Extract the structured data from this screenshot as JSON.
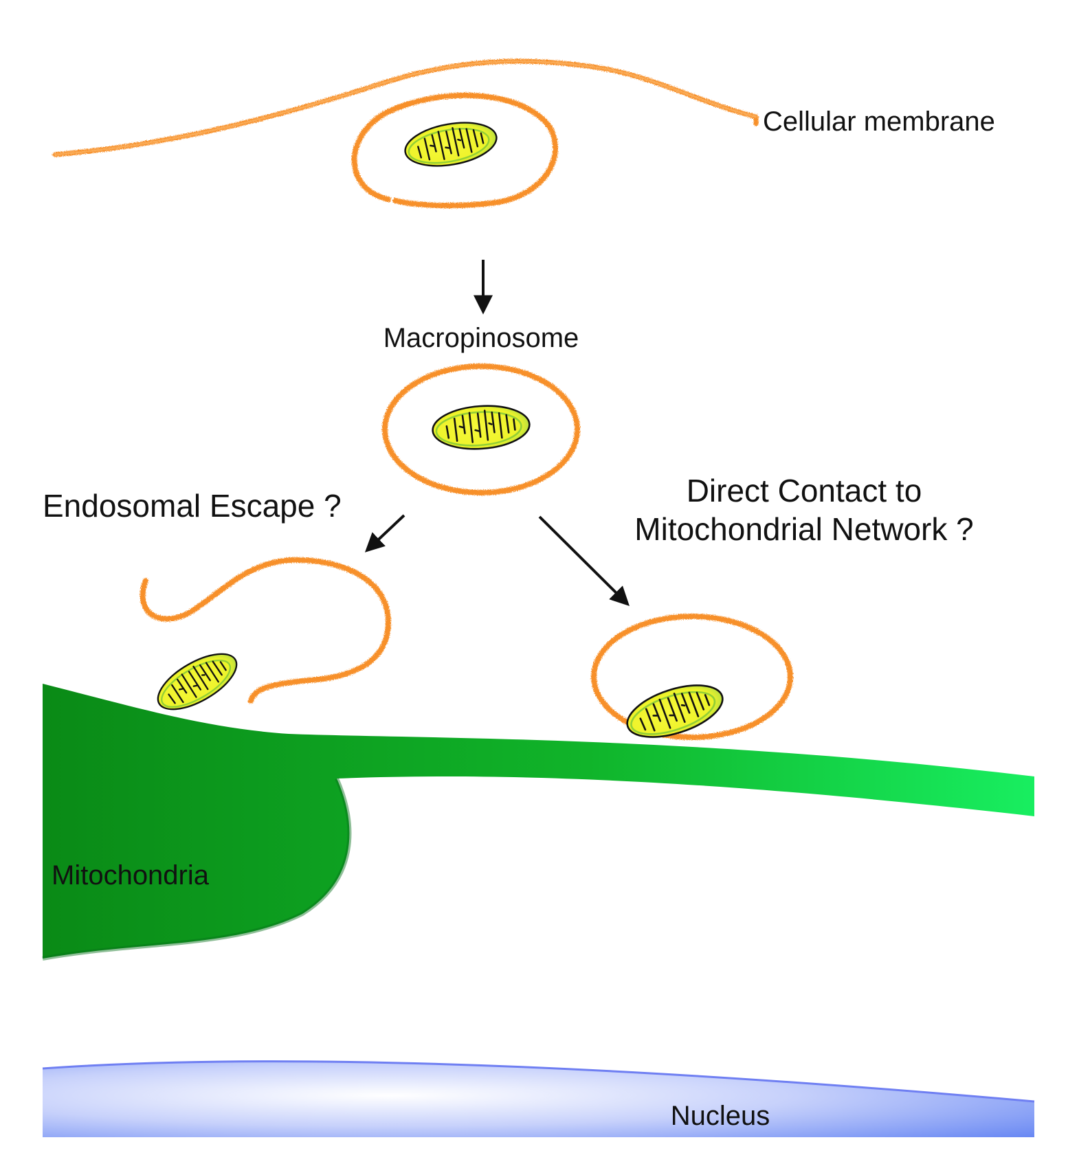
{
  "labels": {
    "cellular_membrane": "Cellular membrane",
    "macropinosome": "Macropinosome",
    "endosomal_escape": "Endosomal Escape ?",
    "direct_contact_line1": "Direct Contact to",
    "direct_contact_line2": "Mitochondrial Network ?",
    "mitochondria": "Mitochondria",
    "nucleus": "Nucleus"
  },
  "colors": {
    "membrane": "#f7902a",
    "membrane_light": "#fbb566",
    "mito_network_dark": "#0a8a16",
    "mito_network_light": "#16e85a",
    "organelle_fill": "#f2f52a",
    "organelle_edge": "#8fd14a",
    "nucleus_edge": "#6f7ff2",
    "nucleus_light": "#ffffff",
    "nucleus_dark": "#5a7cf0",
    "text": "#111111",
    "arrow": "#111111"
  }
}
